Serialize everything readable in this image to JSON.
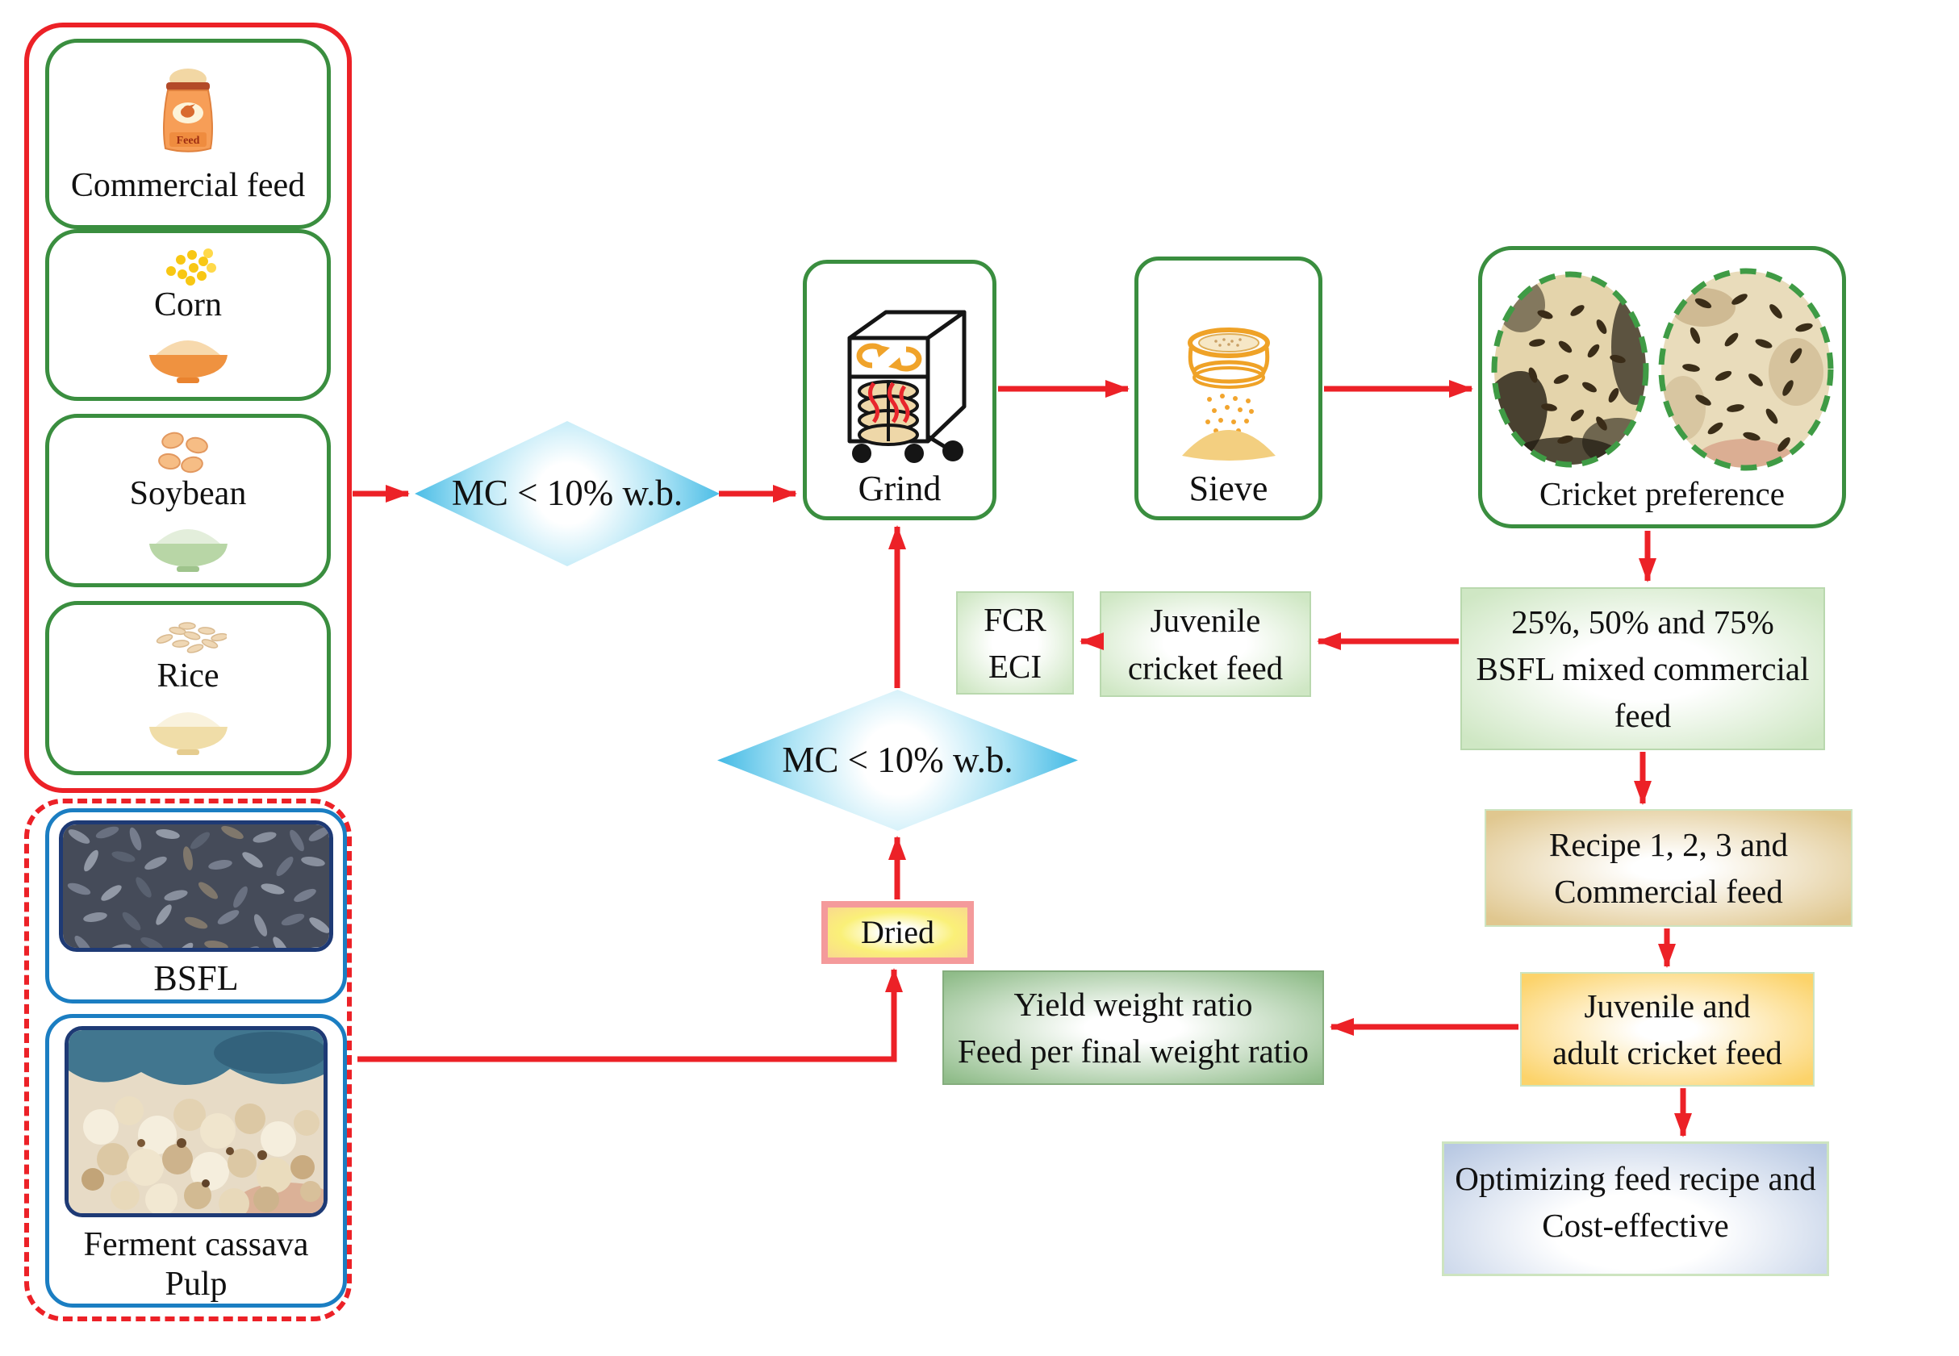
{
  "palette": {
    "red": "#ec2127",
    "green_border": "#3a8e3f",
    "blue_border": "#1b7ec2",
    "photo_border": "#1e3a75",
    "diamond_blue": "#2fb2e2",
    "light_green": "#cfe7c4",
    "dark_green": "#8fbc89",
    "tan": "#e0c78f",
    "gold": "#fcd36a",
    "blue_gray": "#b9c9e3",
    "dried_salmon": "#f49a9b",
    "dried_yellow": "#faf078",
    "icon_orange": "#efa227"
  },
  "raw_group": {
    "items": [
      {
        "label": "Commercial feed",
        "icon": "feed-bag"
      },
      {
        "label": "Corn",
        "icon": "corn"
      },
      {
        "label": "Soybean",
        "icon": "soybean"
      },
      {
        "label": "Rice",
        "icon": "rice"
      }
    ]
  },
  "insect_group": {
    "bsfl_label": "BSFL",
    "cassava_label_line1": "Ferment cassava",
    "cassava_label_line2": "Pulp"
  },
  "nodes": {
    "mc_check_1": {
      "label": "MC < 10% w.b."
    },
    "grind": {
      "label": "Grind"
    },
    "sieve": {
      "label": "Sieve"
    },
    "cricket_preference": {
      "label": "Cricket preference"
    },
    "bsfl_mix": {
      "lines": [
        "25%, 50% and 75%",
        "BSFL mixed commercial",
        "feed"
      ]
    },
    "juvenile_feed": {
      "lines": [
        "Juvenile",
        "cricket feed"
      ]
    },
    "fcr_eci": {
      "lines": [
        "FCR",
        "ECI"
      ]
    },
    "mc_check_2": {
      "label": "MC < 10% w.b."
    },
    "dried": {
      "label": "Dried"
    },
    "recipe": {
      "lines": [
        "Recipe 1, 2, 3 and",
        "Commercial feed"
      ]
    },
    "juvenile_adult": {
      "lines": [
        "Juvenile and",
        "adult cricket feed"
      ]
    },
    "yield_metrics": {
      "lines": [
        "Yield weight ratio",
        "Feed per final weight ratio"
      ]
    },
    "optimizing": {
      "lines": [
        "Optimizing feed recipe and",
        "Cost-effective"
      ]
    }
  },
  "icon_text": {
    "feed_bag": "Feed"
  }
}
